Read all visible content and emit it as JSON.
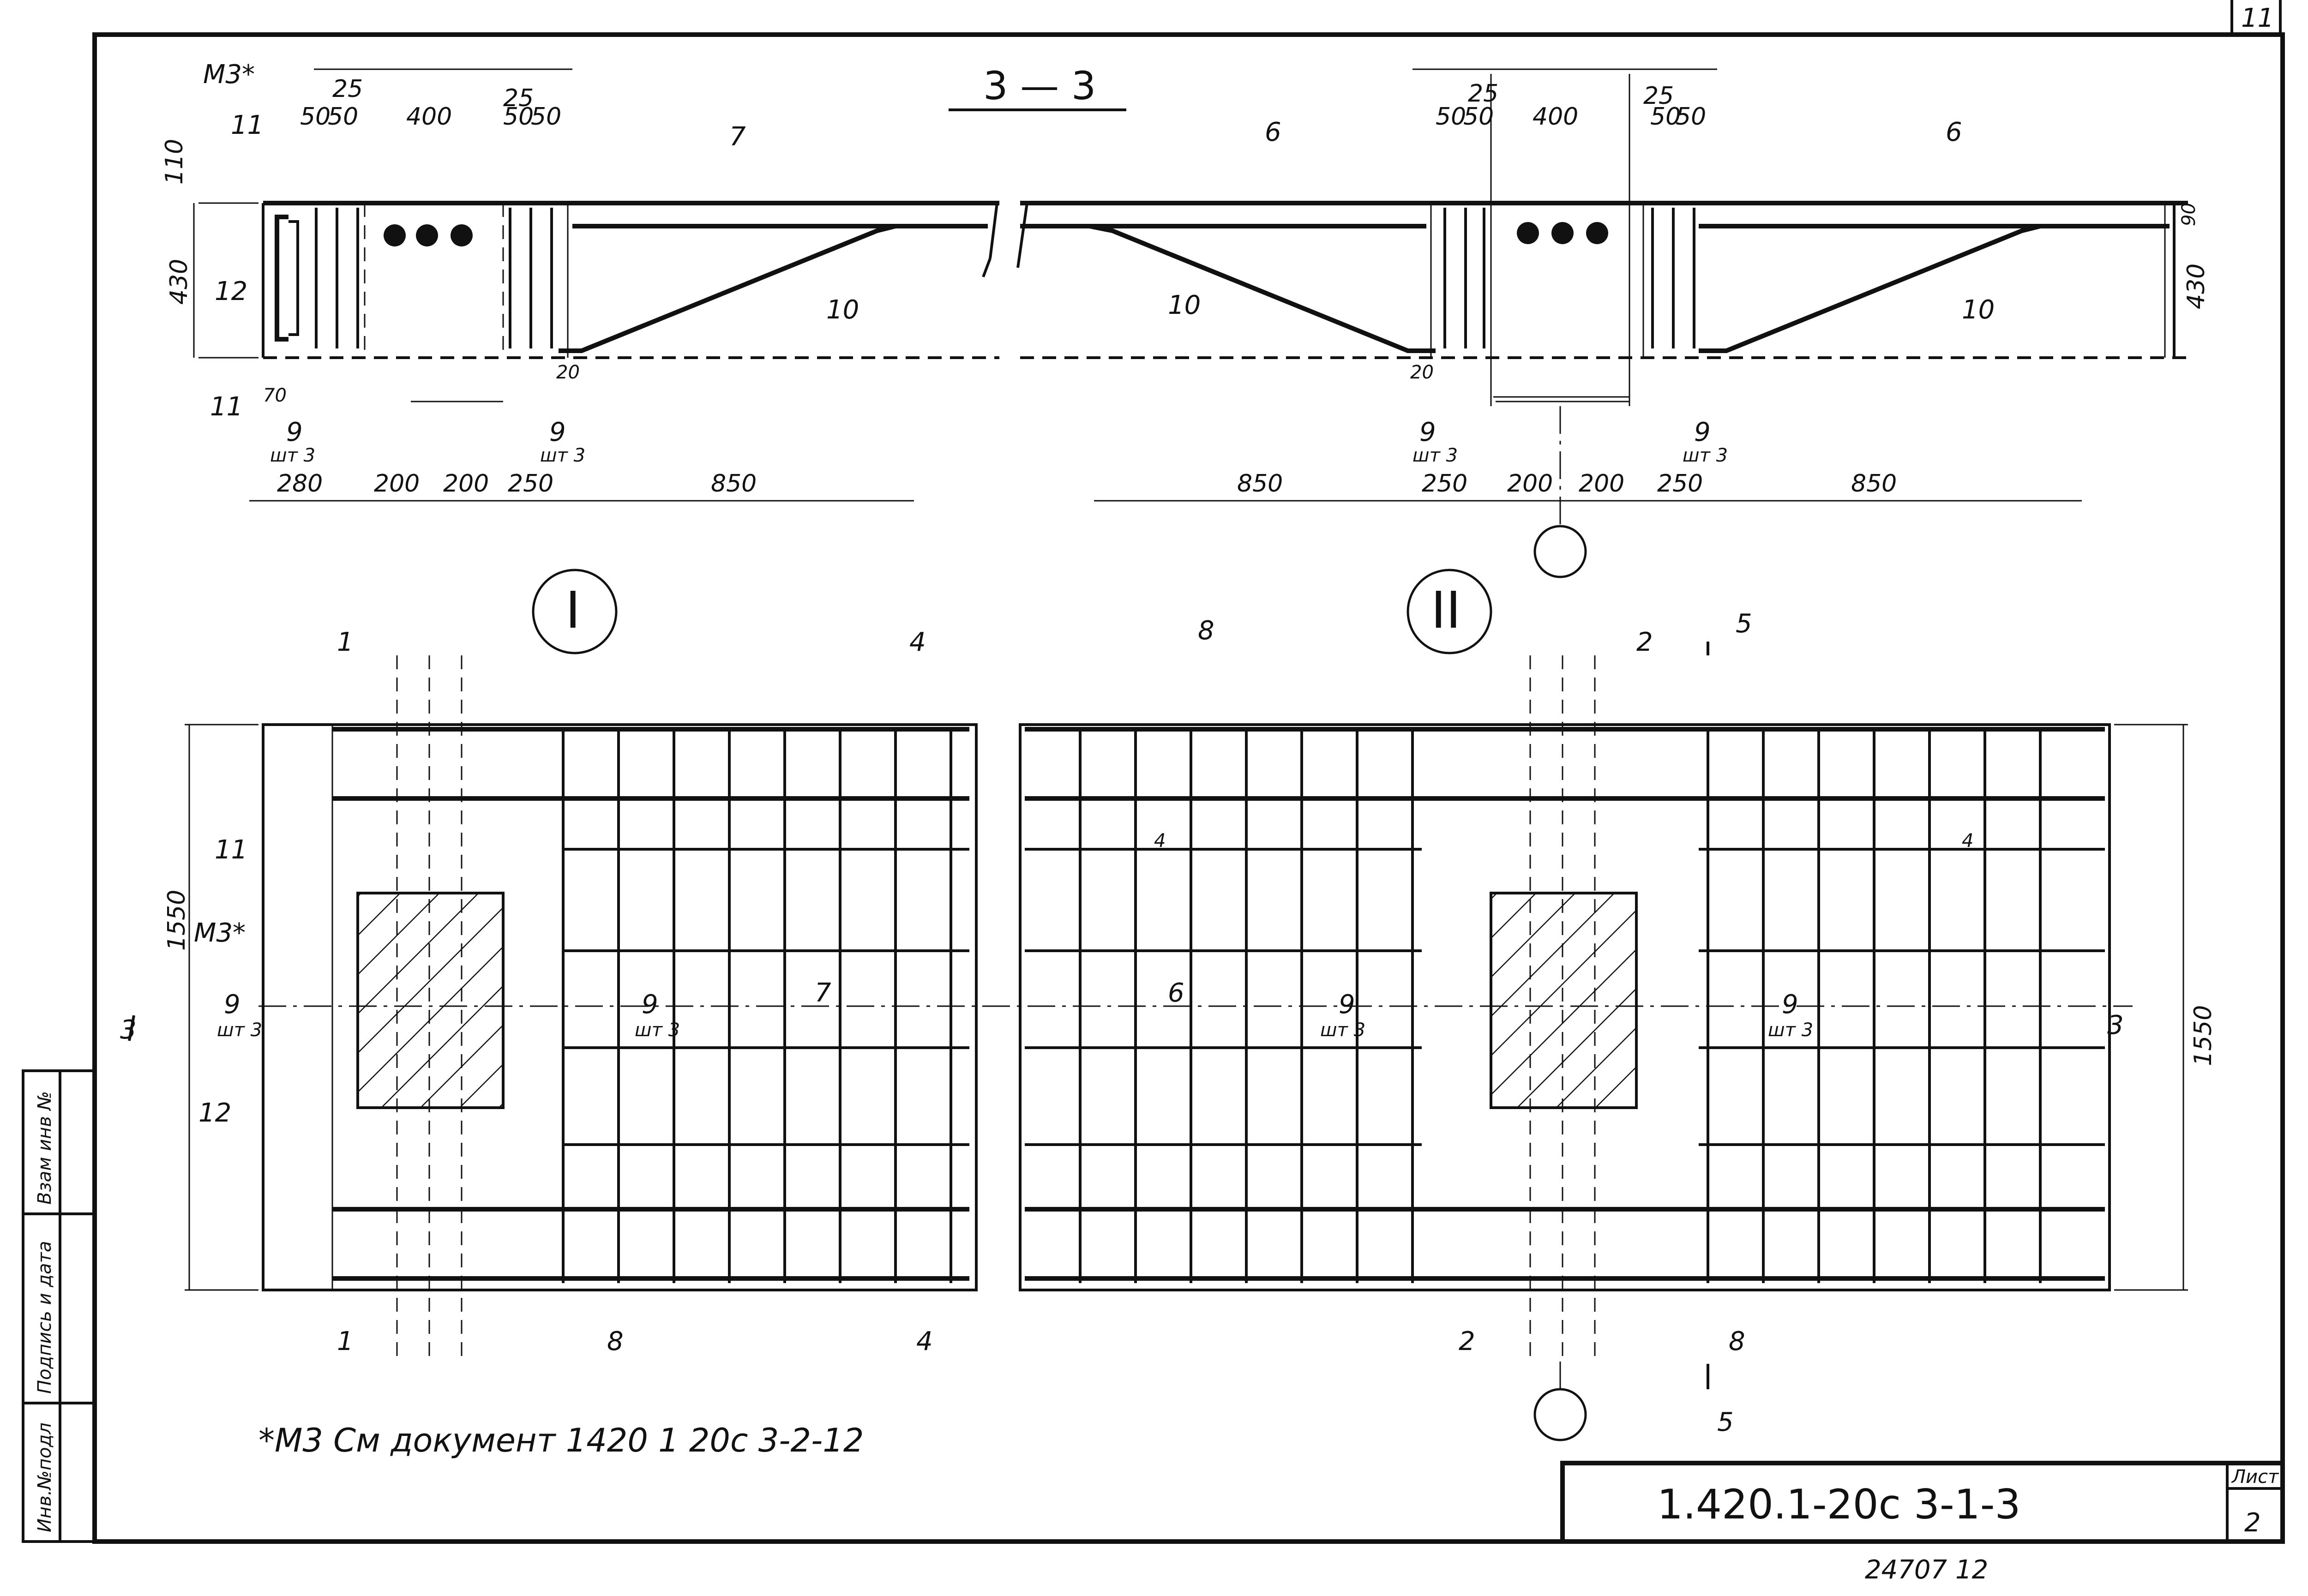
{
  "sheet_number_corner": "11",
  "section": {
    "label": "3 — 3",
    "dims_top_left": [
      "25",
      "50",
      "50",
      "400",
      "25",
      "50",
      "50"
    ],
    "dims_top_right": [
      "50",
      "50",
      "25",
      "400",
      "25",
      "50",
      "50"
    ],
    "dims_bottom_left": [
      "280",
      "200",
      "200",
      "250",
      "850"
    ],
    "dims_bottom_right": [
      "850",
      "250",
      "200",
      "200",
      "250",
      "850"
    ],
    "height_left": "430",
    "height_right": "430",
    "top_left": "110",
    "right_small": "90",
    "small_20a": "20",
    "small_20b": "20",
    "small_70": "70",
    "m3_mark": "М3*",
    "callouts": {
      "c11_top": "11",
      "c11_bot": "11",
      "c12": "12",
      "c7": "7",
      "c6a": "6",
      "c6b": "6",
      "c10a": "10",
      "c10b": "10",
      "c10c": "10",
      "c9a": "9",
      "c9b": "9",
      "c9c": "9",
      "c9d": "9",
      "pcs": "шт 3"
    }
  },
  "plan": {
    "node_I": "I",
    "node_II": "II",
    "width_left": "1550",
    "width_right": "1550",
    "cut3": "3",
    "cut4": "4",
    "cut5": "5",
    "m3_mark": "М3*",
    "callouts": {
      "c1": "1",
      "c2": "2",
      "c4": "4",
      "c8": "8",
      "c11": "11",
      "c12": "12",
      "c7": "7",
      "c6": "6",
      "c9": "9",
      "pcs": "шт 3"
    }
  },
  "footnote": "*М3 См документ 1420 1 20с 3-2-12",
  "title_block": {
    "designation": "1.420.1-20с 3-1-3",
    "sheet_label": "Лист",
    "sheet_number": "2"
  },
  "archive_number": "24707  12",
  "side_stamp": {
    "col1": "Инв.№подл",
    "col2": "Подпись и дата",
    "col3": "Взам инв №"
  }
}
